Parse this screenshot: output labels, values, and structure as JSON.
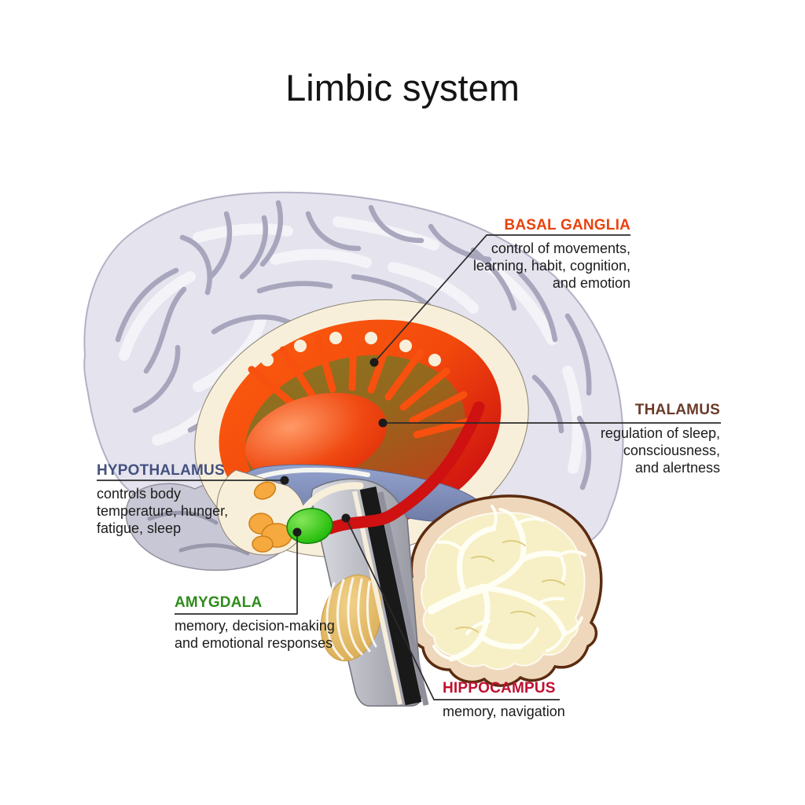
{
  "title": "Limbic system",
  "figure": {
    "type": "anatomical-diagram",
    "subject": "sagittal section of the human brain showing the limbic system"
  },
  "labels": {
    "basal_ganglia": {
      "name": "BASAL GANGLIA",
      "color": "#e8430e",
      "description": "control of movements,\nlearning, habit, cognition,\nand emotion"
    },
    "thalamus": {
      "name": "THALAMUS",
      "color": "#6b3c2a",
      "description": "regulation of sleep,\nconsciousness,\nand alertness"
    },
    "hypothalamus": {
      "name": "HYPOTHALAMUS",
      "color": "#44517f",
      "description": "controls body\ntemperature, hunger,\nfatigue, sleep"
    },
    "amygdala": {
      "name": "AMYGDALA",
      "color": "#2f8c1c",
      "description": "memory, decision-making\nand emotional responses"
    },
    "hippocampus": {
      "name": "HIPPOCAMPUS",
      "color": "#c01030",
      "description": "memory, navigation"
    }
  },
  "structure_colors": {
    "cortex": "#e4e3ee",
    "basal_ganglia_ring": "#f84b0c",
    "basal_ganglia_interior": "#8a7421",
    "putamen_globus_pallidus": "#e93910",
    "hypothalamus_region": "#8392bf",
    "amygdala_body": "#2fc214",
    "hippocampus_tail": "#cf1111",
    "pituitary": "#f5a93e",
    "brainstem": "#b9bac3",
    "pons": "#dfb25e",
    "cerebellum_outer": "#eed7ba",
    "cerebellum_inner": "#f7f0c6",
    "white_matter_band": "#f8efda"
  }
}
